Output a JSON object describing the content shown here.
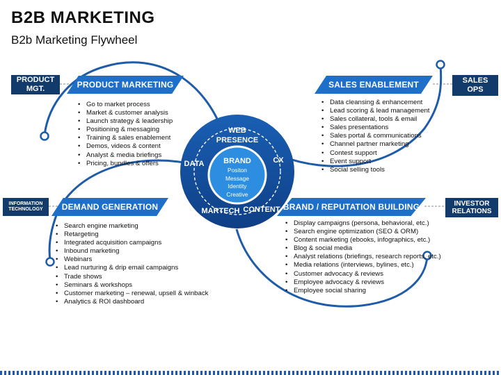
{
  "title": "B2B MARKETING",
  "subtitle": "B2b Marketing Flywheel",
  "colors": {
    "dark_blue": "#123a6b",
    "mid_blue": "#1e6fc9",
    "light_blue": "#2d8de0"
  },
  "center": {
    "top": "WEB\nPRESENCE",
    "left": "DATA",
    "right": "CX",
    "bottom_left": "MARTECH",
    "bottom_right": "CONTENT",
    "brand_title": "BRAND",
    "brand_items": [
      "Positon",
      "Message",
      "Identity",
      "Creative"
    ]
  },
  "tags": {
    "product_mgt": "PRODUCT\nMGT.",
    "sales_ops": "SALES\nOPS",
    "information_technology": "INFORMATION\nTECHNOLOGY",
    "investor_relations": "INVESTOR\nRELATIONS"
  },
  "sections": {
    "product_marketing": {
      "heading": "PRODUCT MARKETING",
      "items": [
        "Go to market process",
        "Market & customer analysis",
        "Launch strategy & leadership",
        "Positioning & messaging",
        "Training & sales enablement",
        "Demos, videos & content",
        "Analyst & media briefings",
        "Pricing, bundles & offers"
      ]
    },
    "sales_enablement": {
      "heading": "SALES ENABLEMENT",
      "items": [
        "Data cleansing & enhancement",
        "Lead scoring & lead management",
        "Sales collateral, tools & email",
        "Sales presentations",
        "Sales portal & communications",
        "Channel partner marketing",
        "Contest support",
        "Event support",
        "Social selling tools"
      ]
    },
    "demand_generation": {
      "heading": "DEMAND GENERATION",
      "items": [
        "Search engine marketing",
        "Retargeting",
        "Integrated acquisition campaigns",
        "Inbound marketing",
        "Webinars",
        "Lead nurturing & drip email campaigns",
        "Trade shows",
        "Seminars & workshops",
        "Customer marketing – renewal, upsell & winback",
        "Analytics & ROI dashboard"
      ]
    },
    "brand_reputation": {
      "heading": "BRAND / REPUTATION BUILDING",
      "items": [
        "Display campaigns (persona, behavioral, etc.)",
        "Search engine optimization (SEO & ORM)",
        "Content marketing (ebooks, infographics, etc.)",
        "Blog & social media",
        "Analyst relations (briefings, research reports, etc.)",
        "Media relations (interviews, bylines, etc.)",
        "Customer advocacy & reviews",
        "Employee advocacy & reviews",
        "Employee social sharing"
      ]
    }
  }
}
